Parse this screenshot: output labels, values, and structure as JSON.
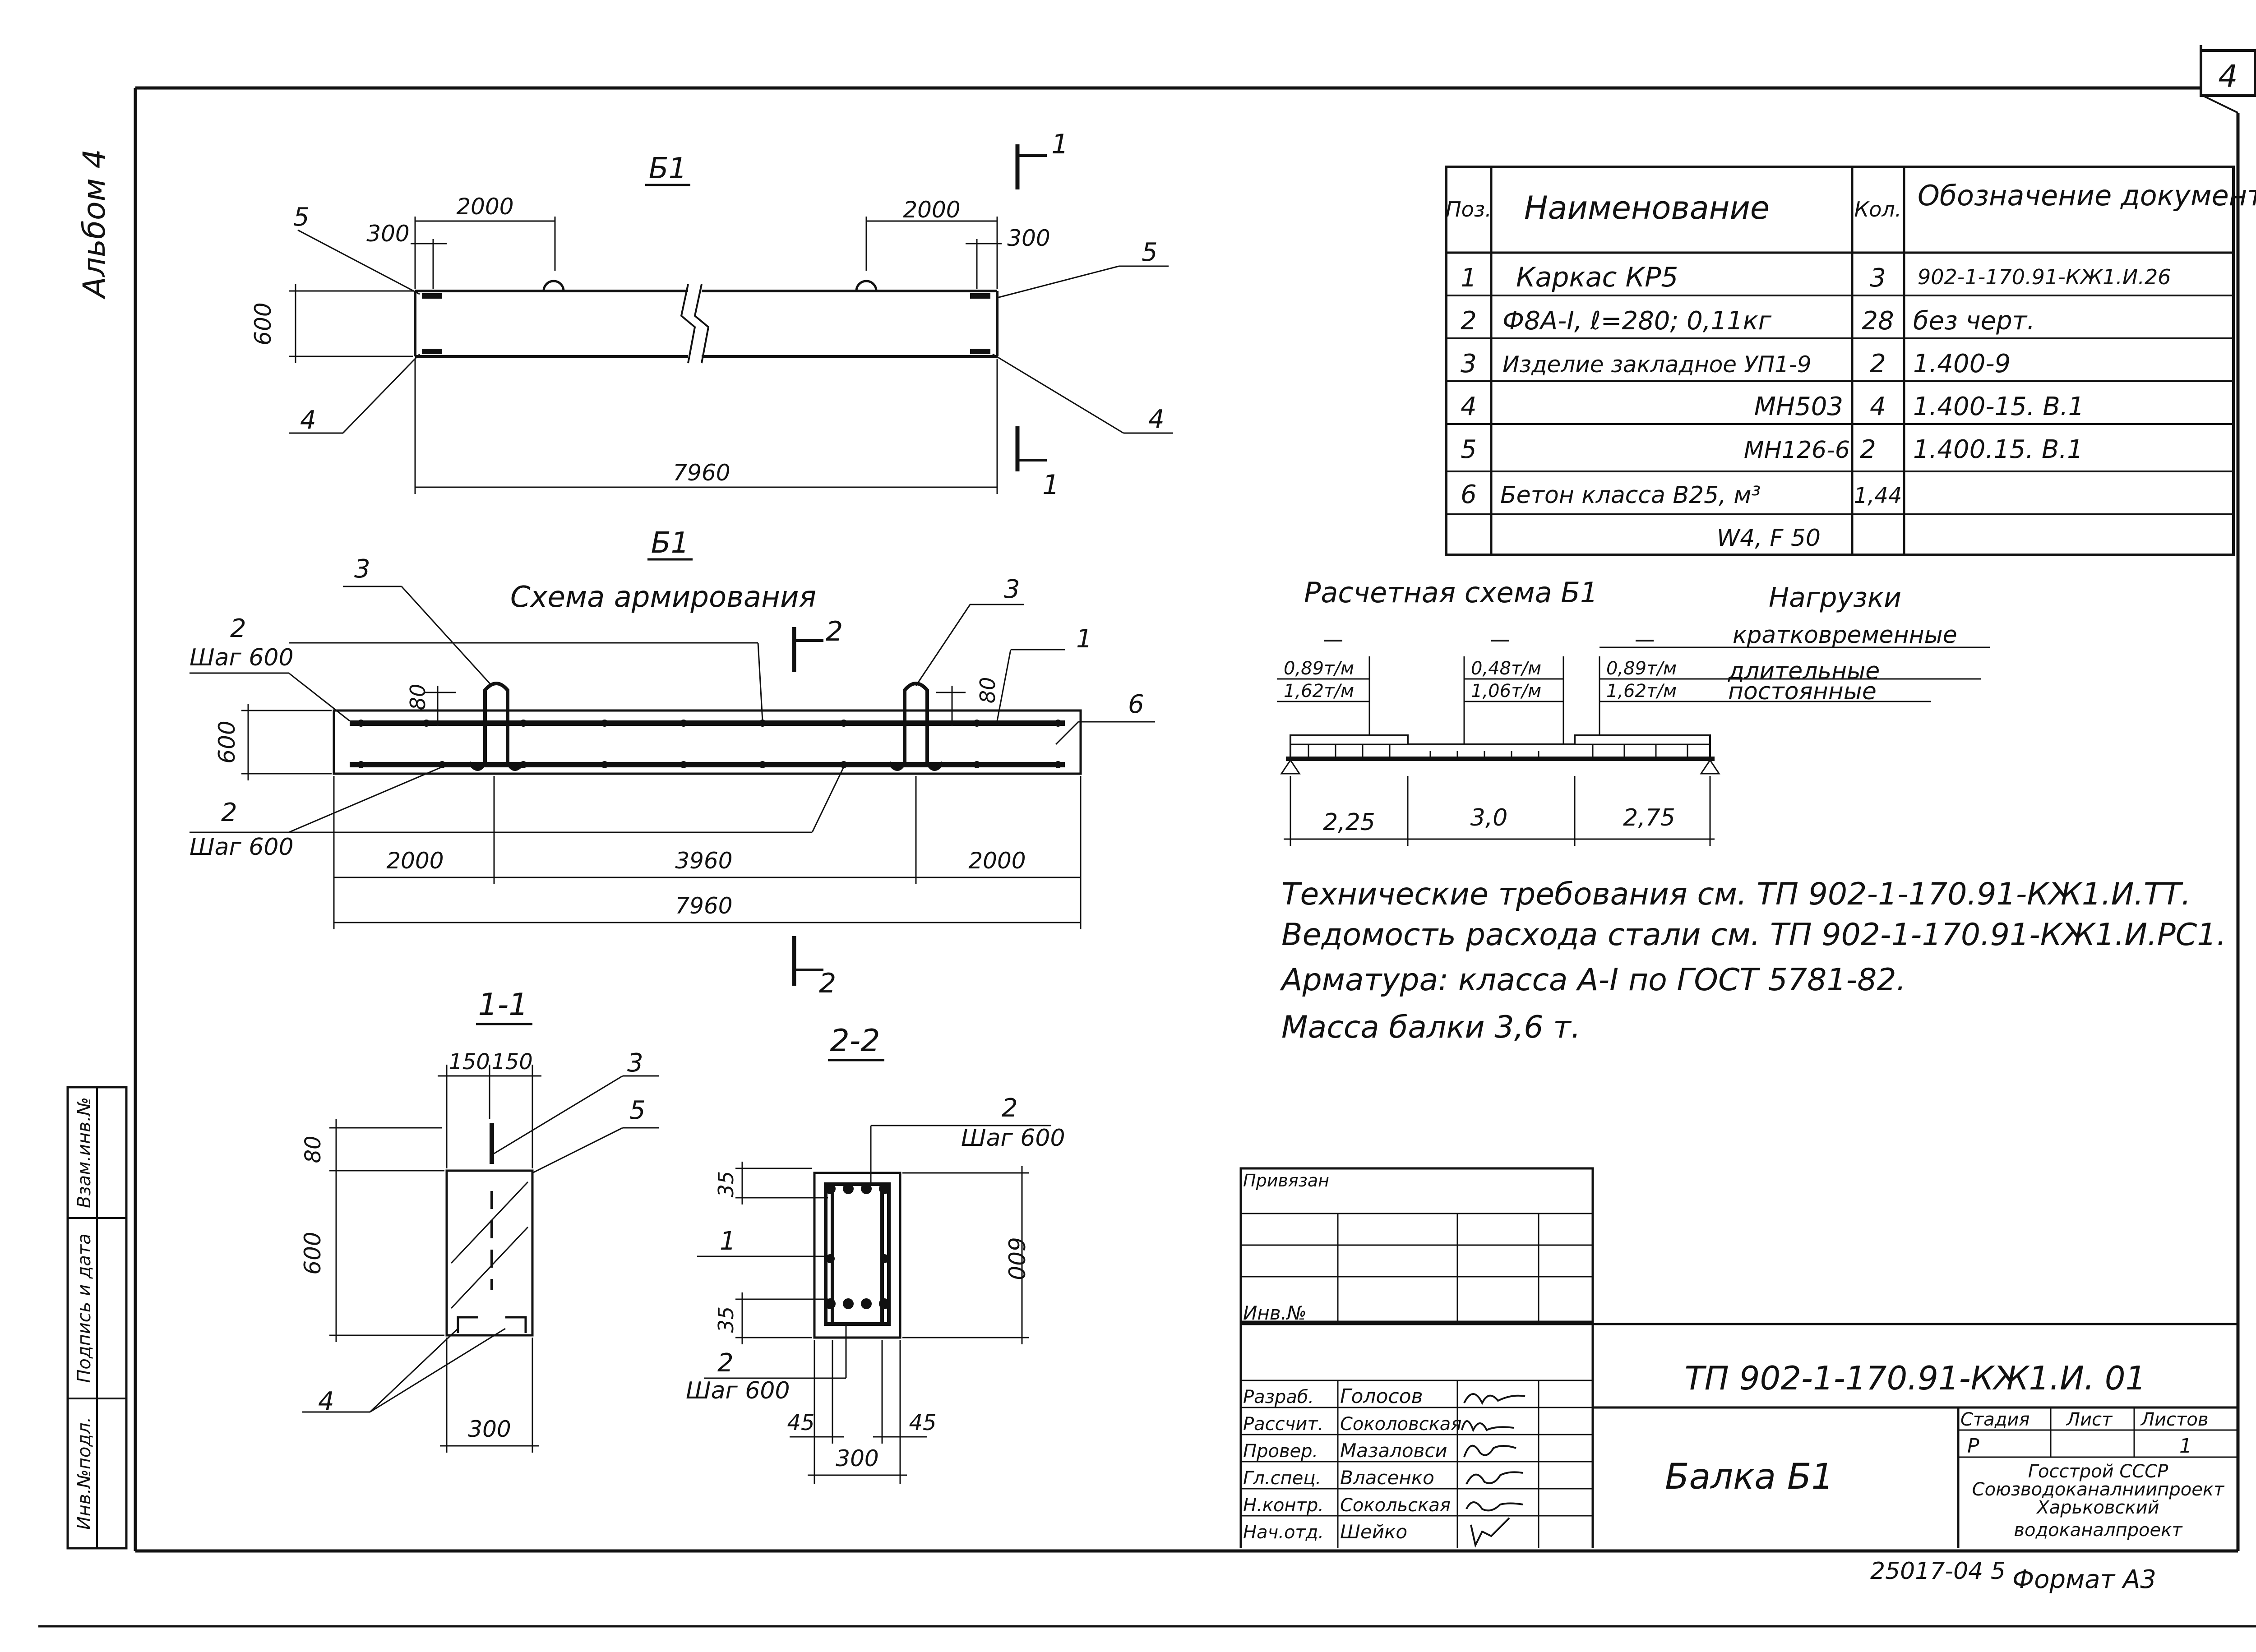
{
  "sheet": {
    "number": "4",
    "album": "Альбом 4",
    "format": "Формат А3",
    "archive_no": "25017-04 5"
  },
  "views": {
    "b1_top": {
      "title": "Б1",
      "dims": {
        "d2000_left": "2000",
        "d300_left": "300",
        "d2000_right": "2000",
        "d300_right": "300",
        "height": "600",
        "length": "7960"
      },
      "callouts": {
        "c5_left": "5",
        "c4_left": "4",
        "c5_right": "5",
        "c4_right": "4"
      },
      "section_mark": {
        "top": "1",
        "bottom": "1"
      }
    },
    "b1_rebar": {
      "title": "Б1",
      "subtitle": "Схема армирования",
      "callouts": {
        "c3_left": "3",
        "c3_right": "3",
        "c1": "1",
        "c6": "6",
        "c2_top": "2",
        "c2_top_step": "Шаг 600",
        "c2_bot": "2",
        "c2_bot_step": "Шаг 600"
      },
      "dims": {
        "d80_left": "80",
        "d80_right": "80",
        "height": "600",
        "seg1": "2000",
        "seg2": "3960",
        "seg3": "2000",
        "length": "7960"
      },
      "section_mark": {
        "top": "2",
        "bottom": "2"
      }
    },
    "sec11": {
      "title": "1-1",
      "dims": {
        "d150a": "150",
        "d150b": "150",
        "d80": "80",
        "h600": "600",
        "w300": "300"
      },
      "callouts": {
        "c3": "3",
        "c5": "5",
        "c4": "4"
      }
    },
    "sec22": {
      "title": "2-2",
      "dims": {
        "d35top": "35",
        "d35bot": "35",
        "h600": "600",
        "d45l": "45",
        "d45r": "45",
        "w300": "300"
      },
      "callouts": {
        "c1": "1",
        "c2_top": "2",
        "c2_top_step": "Шаг 600",
        "c2_bot": "2",
        "c2_bot_step": "Шаг 600"
      }
    }
  },
  "spec_table": {
    "headers": {
      "pos": "Поз.",
      "name": "Наименование",
      "qty": "Кол.",
      "doc": "Обозначение документа"
    },
    "rows": [
      {
        "pos": "1",
        "name": "Каркас КР5",
        "qty": "3",
        "doc": "902-1-170.91-КЖ1.И.26"
      },
      {
        "pos": "2",
        "name": "Ф8А-I, ℓ=280; 0,11кг",
        "qty": "28",
        "doc": "без черт."
      },
      {
        "pos": "3",
        "name": "Изделие закладное УП1-9",
        "qty": "2",
        "doc": "1.400-9"
      },
      {
        "pos": "4",
        "name": "МН503",
        "qty": "4",
        "doc": "1.400-15. В.1"
      },
      {
        "pos": "5",
        "name": "МН126-6",
        "qty": "2",
        "doc": "1.400.15. В.1"
      },
      {
        "pos": "6",
        "name": "Бетон класса В25, м³",
        "qty": "1,44",
        "doc": ""
      },
      {
        "pos": "",
        "name": "W4, F 50",
        "qty": "",
        "doc": ""
      }
    ]
  },
  "load_scheme": {
    "title": "Расчетная схема Б1",
    "legend": {
      "title": "Нагрузки",
      "short": "кратковременные",
      "long": "длительные",
      "perm": "постоянные"
    },
    "loads": {
      "l1_long": "0,89т/м",
      "l1_perm": "1,62т/м",
      "l2_long": "0,48т/м",
      "l2_perm": "1,06т/м",
      "r_long": "0,89т/м",
      "r_perm": "1,62т/м"
    },
    "spans": [
      "2,25",
      "3,0",
      "2,75"
    ]
  },
  "notes": [
    "Технические требования см. ТП 902-1-170.91-КЖ1.И.ТТ.",
    "Ведомость расхода стали см. ТП 902-1-170.91-КЖ1.И.РС1.",
    "Арматура: класса А-I по ГОСТ 5781-82.",
    "Масса балки 3,6 т."
  ],
  "side_stamp": {
    "inv": "Инв.№подл.",
    "sign": "Подпись и дата",
    "vzam": "Взам.инв.№"
  },
  "title_block": {
    "privyazan": "Привязан",
    "inv_no": "Инв.№",
    "code": "ТП 902-1-170.91-КЖ1.И. 01",
    "name": "Балка Б1",
    "stage_label": "Стадия",
    "stage_value": "Р",
    "sheet_label": "Лист",
    "sheets_label": "Листов",
    "sheets_value": "1",
    "org": [
      "Госстрой СССР",
      "Союзводоканалниипроект",
      "Харьковский",
      "водоканалпроект"
    ],
    "staff": [
      {
        "role": "Разраб.",
        "name": "Голосов"
      },
      {
        "role": "Рассчит.",
        "name": "Соколовская"
      },
      {
        "role": "Провер.",
        "name": "Мазаловси"
      },
      {
        "role": "Гл.спец.",
        "name": "Власенко"
      },
      {
        "role": "Н.контр.",
        "name": "Сокольская"
      },
      {
        "role": "Нач.отд.",
        "name": "Шейко"
      }
    ]
  }
}
